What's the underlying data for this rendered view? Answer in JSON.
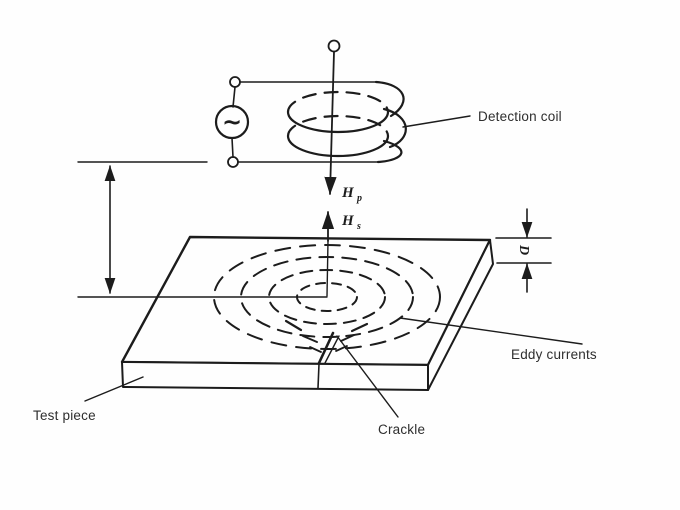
{
  "colors": {
    "ink": "#1c1c1c",
    "bg": "#fefefe",
    "label": "#2e2e2e"
  },
  "labels": {
    "detection_coil": "Detection coil",
    "eddy_currents": "Eddy currents",
    "test_piece": "Test piece",
    "crackle": "Crackle"
  },
  "symbols": {
    "h_primary": {
      "base": "H",
      "sub": "p"
    },
    "h_secondary": {
      "base": "H",
      "sub": "s"
    },
    "thickness": "D",
    "ac_source": "~"
  }
}
